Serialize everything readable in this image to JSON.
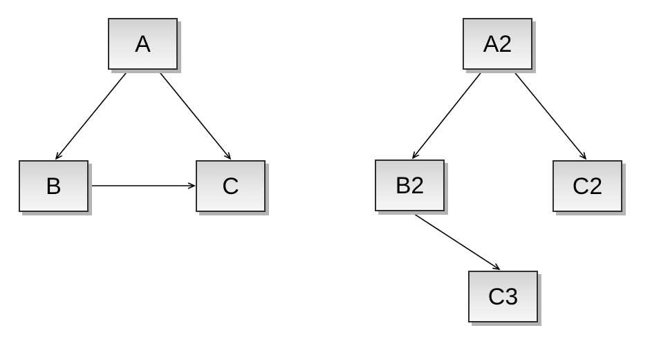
{
  "diagrams": [
    {
      "name": "left-graph",
      "nodes": [
        {
          "id": "A",
          "label": "A"
        },
        {
          "id": "B",
          "label": "B"
        },
        {
          "id": "C",
          "label": "C"
        }
      ],
      "edges": [
        {
          "from": "A",
          "to": "B",
          "directed": true
        },
        {
          "from": "A",
          "to": "C",
          "directed": true
        },
        {
          "from": "B",
          "to": "C",
          "directed": true
        }
      ]
    },
    {
      "name": "right-graph",
      "nodes": [
        {
          "id": "A2",
          "label": "A2"
        },
        {
          "id": "B2",
          "label": "B2"
        },
        {
          "id": "C2",
          "label": "C2"
        },
        {
          "id": "C3",
          "label": "C3"
        }
      ],
      "edges": [
        {
          "from": "A2",
          "to": "B2",
          "directed": true
        },
        {
          "from": "A2",
          "to": "C2",
          "directed": true
        },
        {
          "from": "B2",
          "to": "C3",
          "directed": true
        }
      ]
    }
  ],
  "colors": {
    "background": "#ffffff",
    "node_fill_top": "#d2d2d2",
    "node_fill_bottom": "#f6f6f6",
    "node_border": "#2e2e2e",
    "node_shadow": "#b4b4b4",
    "edge_stroke": "#000000",
    "label_text": "#000000"
  }
}
